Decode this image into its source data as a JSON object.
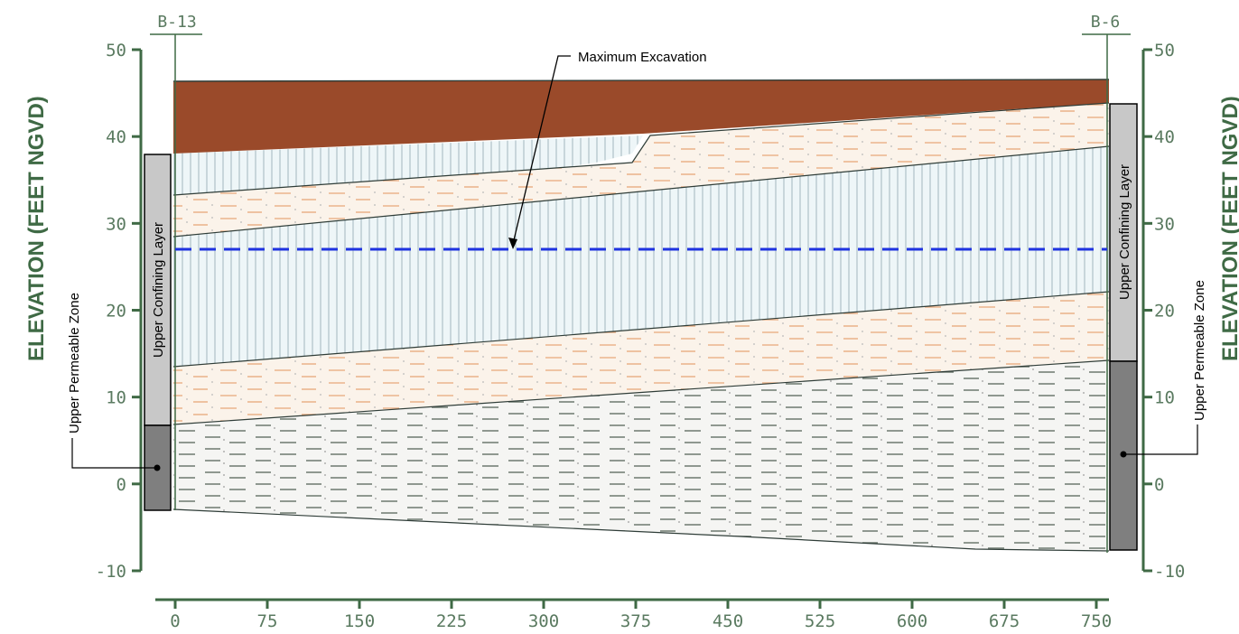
{
  "boreholes": {
    "left": "B-13",
    "right": "B-6"
  },
  "y_axis_title": "ELEVATION (FEET NGVD)",
  "y_ticks": [
    "50",
    "40",
    "30",
    "20",
    "10",
    "0",
    "-10"
  ],
  "x_ticks": [
    "0",
    "75",
    "150",
    "225",
    "300",
    "375",
    "450",
    "525",
    "600",
    "675",
    "750"
  ],
  "annotation": {
    "text": "Maximum Excavation",
    "elevation": 27
  },
  "left_column": {
    "upper_label": "Upper Confining Layer",
    "lower_label": "Upper Permeable Zone",
    "upper_range": [
      38,
      6.5
    ],
    "lower_range": [
      6.5,
      -3
    ]
  },
  "right_column": {
    "upper_label": "Upper Confining Layer",
    "lower_label": "Upper Permeable Zone",
    "upper_range": [
      43.5,
      14
    ],
    "lower_range": [
      14,
      -7.5
    ]
  },
  "colors": {
    "topsoil": "#9a4a2a",
    "clay": "#e9f3f6",
    "sand": "#fbf1e6",
    "silt": "#f3f3f1",
    "axis": "#3f6a45",
    "excavation": "#1f33e0",
    "upper_confining": "#c8c8c8",
    "upper_permeable": "#7f7f7f"
  }
}
